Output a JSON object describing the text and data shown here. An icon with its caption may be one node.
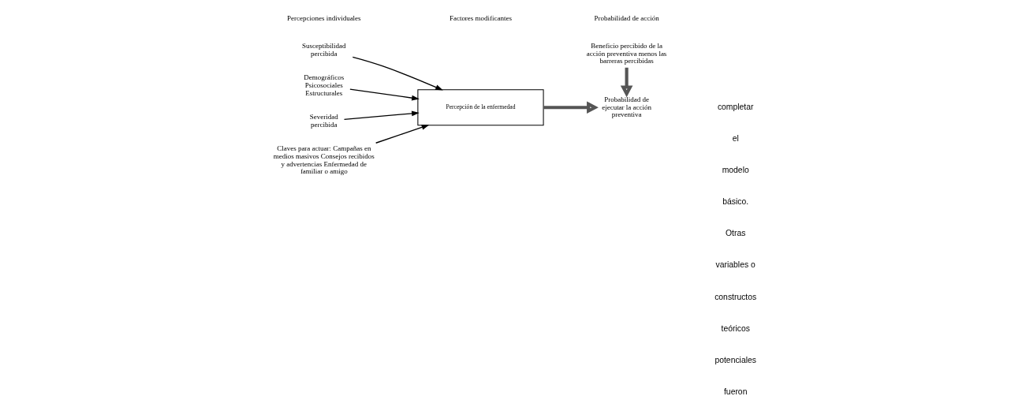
{
  "diagram": {
    "nodes": [
      {
        "text": [
          "Susceptibilidad percibida"
        ]
      },
      {
        "text": [
          "Severidad percibida"
        ]
      },
      {
        "text": [
          "Demográficos Psicosociales Estructurales"
        ]
      },
      {
        "text": [
          "Percepción de la enfermedad"
        ]
      },
      {
        "text": [
          "Claves para actuar: Campañas en medios masivos Consejos recibidos y advertencias Enfermedad de familiar o amigo"
        ]
      },
      {
        "text": [
          "Beneficio percibido de la acción preventiva menos las barreras percibidas"
        ]
      },
      {
        "text": [
          "Probabilidad de ejecutar la acción preventiva"
        ]
      }
    ],
    "edges": [
      {
        "from": 0,
        "to": 3,
        "arrow": "to"
      },
      {
        "from": 1,
        "to": 3,
        "arrow": "to"
      },
      {
        "from": 2,
        "to": 3,
        "arrow": "to"
      },
      {
        "from": 4,
        "to": 3,
        "arrow": "to"
      },
      {
        "from": 3,
        "to": 6,
        "arrow": "to",
        "style": "thick"
      },
      {
        "from": 5,
        "to": 6,
        "arrow": "to",
        "style": "thick"
      }
    ],
    "labels": [
      "Percepciones individuales",
      "Factores modificantes",
      "Probabilidad de acción",
      "completar",
      "el",
      "modelo",
      "básico.",
      "Otras",
      "variables o",
      "constructos",
      "teóricos",
      "potenciales",
      "fueron"
    ]
  }
}
